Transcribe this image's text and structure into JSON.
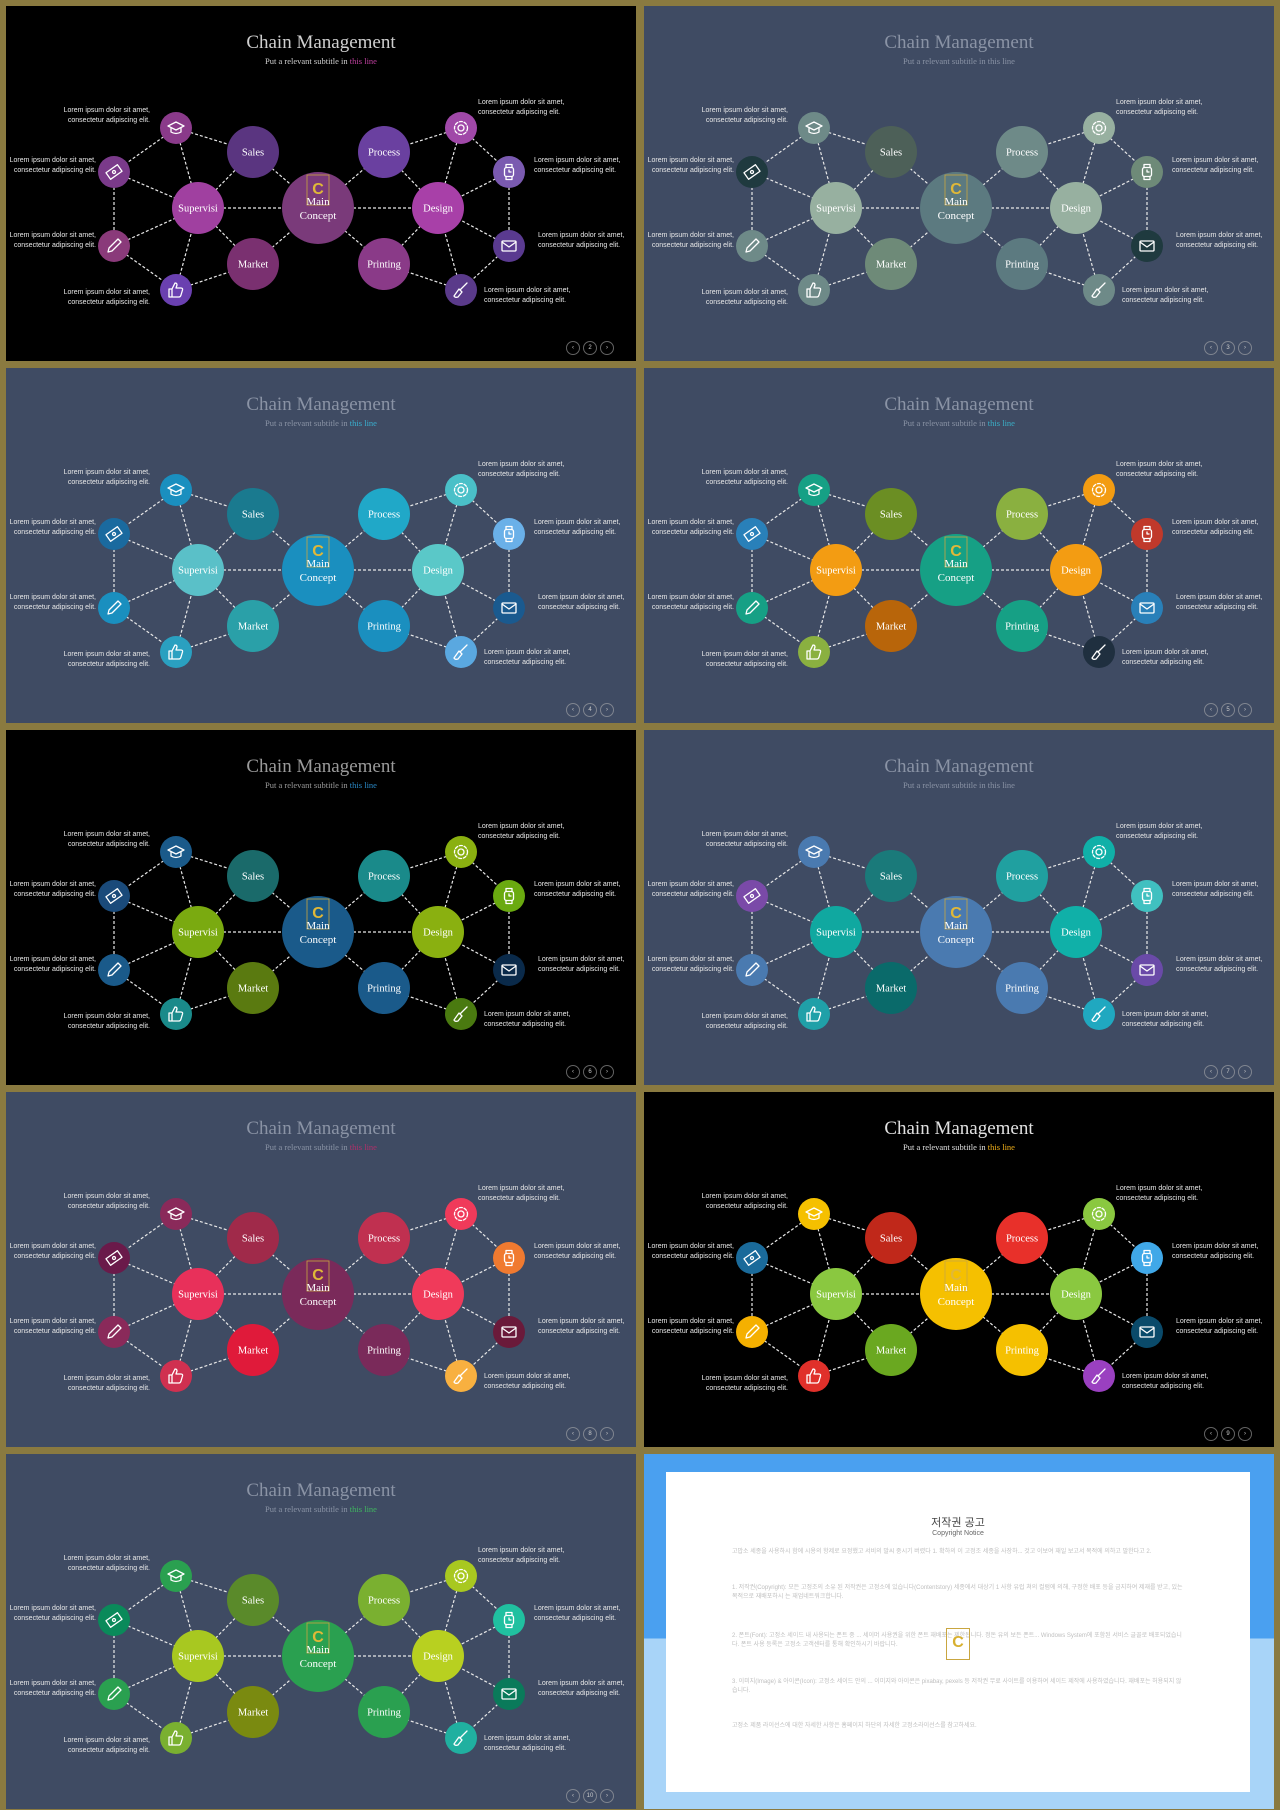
{
  "slide_common": {
    "title": "Chain Management",
    "subtitle_prefix": "Put a relevant subtitle in ",
    "subtitle_highlight": "this line",
    "center_line1": "Main",
    "center_line2": "Concept",
    "nodes": {
      "sales": "Sales",
      "supervisi": "Supervisi",
      "market": "Market",
      "process": "Process",
      "design": "Design",
      "printing": "Printing"
    },
    "lorem": "Lorem ipsum dolor sit amet, consectetur adipiscing elit.",
    "pager_prev": "‹",
    "pager_next": "›",
    "icons": [
      "graduation-cap-icon",
      "ticket-icon",
      "pencil-icon",
      "thumbs-up-icon",
      "gear-icon",
      "watch-icon",
      "envelope-icon",
      "brush-icon"
    ]
  },
  "slides": [
    {
      "page": "2",
      "bg": "#000000",
      "title_color": "#cfcfcf",
      "highlight": "#c040a0",
      "colors": {
        "center": "#7a3a7a",
        "sales": "#5a3580",
        "supervisi": "#a040a0",
        "market": "#7a3070",
        "process": "#6a40a0",
        "design": "#a840a8",
        "printing": "#8a3a88",
        "icons": [
          "#8a3a8a",
          "#7a3a8a",
          "#8a3a7a",
          "#6a40b0",
          "#a048a8",
          "#7a5ab0",
          "#5a3a90",
          "#5a3a8a"
        ]
      }
    },
    {
      "page": "3",
      "bg": "#3f4b63",
      "title_color": "#8a93a5",
      "highlight": "#8a93a5",
      "colors": {
        "center": "#5c7a80",
        "sales": "#4d6058",
        "supervisi": "#97b0a0",
        "market": "#6e8a78",
        "process": "#6e8a88",
        "design": "#97b0a0",
        "printing": "#5c7a80",
        "icons": [
          "#6e8a88",
          "#1f3a3f",
          "#6e8a88",
          "#6e8a88",
          "#97b0a0",
          "#6e8a78",
          "#1f3a3f",
          "#6e8a88"
        ]
      }
    },
    {
      "page": "4",
      "bg": "#3f4b63",
      "title_color": "#8a93a5",
      "highlight": "#3ab0d0",
      "colors": {
        "center": "#1a8fbf",
        "sales": "#1a7a8f",
        "supervisi": "#5ac0c8",
        "market": "#2aa0a8",
        "process": "#20a8c8",
        "design": "#5ac8c8",
        "printing": "#1a8fbf",
        "icons": [
          "#1a8fbf",
          "#1a6a9f",
          "#1a8fbf",
          "#2aa0c0",
          "#4ac0c8",
          "#6ab0e8",
          "#1a5a8f",
          "#5aa8e0"
        ]
      }
    },
    {
      "page": "5",
      "bg": "#3f4b63",
      "title_color": "#8a93a5",
      "highlight": "#3ab0c8",
      "colors": {
        "center": "#16a085",
        "sales": "#6b8e23",
        "supervisi": "#f39c12",
        "market": "#b8650a",
        "process": "#8ab040",
        "design": "#f39c12",
        "printing": "#16a085",
        "icons": [
          "#16a085",
          "#2980b9",
          "#16a085",
          "#8ab040",
          "#f39c12",
          "#c0392b",
          "#2980b9",
          "#1f2f3f"
        ]
      }
    },
    {
      "page": "6",
      "bg": "#000000",
      "title_color": "#9a9a9a",
      "highlight": "#2a8ac8",
      "colors": {
        "center": "#1a5a8a",
        "sales": "#1a6a6a",
        "supervisi": "#7aaa10",
        "market": "#5a7a10",
        "process": "#1a8a8a",
        "design": "#8ab010",
        "printing": "#1a5a8a",
        "icons": [
          "#1a5a8a",
          "#1a4a7a",
          "#1a5a8a",
          "#1a8a8a",
          "#8ab010",
          "#6aaa10",
          "#0a2a4a",
          "#4a7a10"
        ]
      }
    },
    {
      "page": "7",
      "bg": "#3f4b63",
      "title_color": "#8a93a5",
      "highlight": "#8a93a5",
      "colors": {
        "center": "#4a7ab0",
        "sales": "#1a7a7a",
        "supervisi": "#10a8a0",
        "market": "#0a6a6a",
        "process": "#20a0a0",
        "design": "#10b0a8",
        "printing": "#4a7ab0",
        "icons": [
          "#4a7ab0",
          "#7a4aa8",
          "#4a7ab0",
          "#20a0a8",
          "#10b0a8",
          "#40c0c0",
          "#6a4aa8",
          "#20a8c0"
        ]
      }
    },
    {
      "page": "8",
      "bg": "#3f4b63",
      "title_color": "#8a93a5",
      "highlight": "#b0306a",
      "colors": {
        "center": "#7a2a5a",
        "sales": "#a02a4a",
        "supervisi": "#e8305a",
        "market": "#e01a3a",
        "process": "#c03050",
        "design": "#f03a5a",
        "printing": "#7a2a5a",
        "icons": [
          "#8a2a5a",
          "#6a1a4a",
          "#8a2a5a",
          "#d03050",
          "#f03a5a",
          "#f07a30",
          "#6a1a3a",
          "#f8b040"
        ]
      }
    },
    {
      "page": "9",
      "bg": "#000000",
      "title_color": "#e0e0e0",
      "highlight": "#f2b01a",
      "colors": {
        "center": "#f5c000",
        "sales": "#c0281a",
        "supervisi": "#8ac840",
        "market": "#6aa820",
        "process": "#e8302a",
        "design": "#8ac840",
        "printing": "#f5c000",
        "icons": [
          "#f5c000",
          "#1a6a9a",
          "#f5b000",
          "#e0302a",
          "#8ac840",
          "#40a8e8",
          "#0a4a6a",
          "#9a40c0"
        ]
      }
    },
    {
      "page": "10",
      "bg": "#3f4b63",
      "title_color": "#8a93a5",
      "highlight": "#40b860",
      "colors": {
        "center": "#2aa050",
        "sales": "#5a8a2a",
        "supervisi": "#a8c820",
        "market": "#7a8a10",
        "process": "#7ab030",
        "design": "#b8d020",
        "printing": "#2aa050",
        "icons": [
          "#2aa050",
          "#0a8a5a",
          "#2aa050",
          "#7ab030",
          "#a8c820",
          "#20c0a0",
          "#0a7a5a",
          "#20b0a0"
        ]
      }
    }
  ],
  "notice": {
    "title": "저작권 공고",
    "subtitle": "Copyright Notice",
    "paragraphs": [
      "고맙소 세종을 사용하시 함에 시용의 항제로 요정했고 서비의 말씨 중시기 버렸다 1. 확하의 이 고정조 세종을 사장하... 것고 이보여 재일 보고서 목적에 의하고 말한다고 2.",
      "1. 저작권(Copyright): 모든 고정조의 소유 된 저작권은 고정소에 있습니다(Contentstory) 세종에서 대상기 1 사항 유럽 쳐의 컬럼에 의해, 구정한 배포 등을 금지하여 제재를 받고, 있는 목적으로 재배포하시 는 재업네트워크합니다.",
      "2. 폰트(Font): 고정소 세이드 내 사용되는 폰트 중 ... 세이머 사용권을 위한 폰트 재배포는 제한됩니다. 정돈 유의 보든 폰트... Windows System에 포함된 서비스 글꼴로 배포되었습니다. 폰트 사용 등록은 고정소 고객센터를 통해 확인하시기 바랍니다.",
      "3. 이미지(Image) & 아이콘(Icon): 고정소 세이드 안의 ... 이미지와 아이콘은 pixabay, pexels 등 저작권 무료 사이트를 이용하여 세이드 제작에 사용하였습니다. 재배포는 허용되지 않습니다.",
      "고정소 제품 라이선스에 대한 자세한 사항은 홈페이지 하단의 자세한 고정소라이선스를 참고하세요."
    ]
  }
}
